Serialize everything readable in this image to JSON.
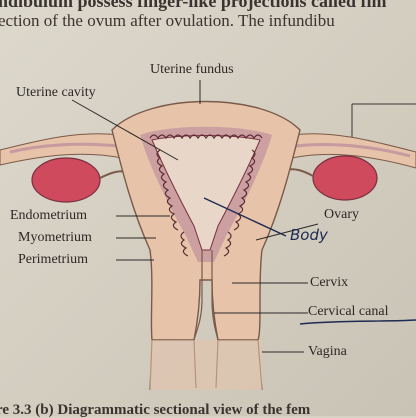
{
  "header": {
    "line1": "ndibulum possess finger-like projections called fim",
    "line2": "ection of the ovum after ovulation. The infundibu"
  },
  "diagram": {
    "labels": {
      "uterine_fundus": "Uterine fundus",
      "uterine_cavity": "Uterine cavity",
      "endometrium": "Endometrium",
      "myometrium": "Myometrium",
      "perimetrium": "Perimetrium",
      "ovary": "Ovary",
      "cervix": "Cervix",
      "cervical_canal": "Cervical canal",
      "vagina": "Vagina"
    },
    "annotation": "Body"
  },
  "caption": "re 3.3 (b) Diagrammatic sectional view of the fem",
  "colors": {
    "tissue": "#e6c3a9",
    "endometrium": "#c79aa0",
    "ovary": "#cf4a5c",
    "ink": "#1d2a52"
  }
}
